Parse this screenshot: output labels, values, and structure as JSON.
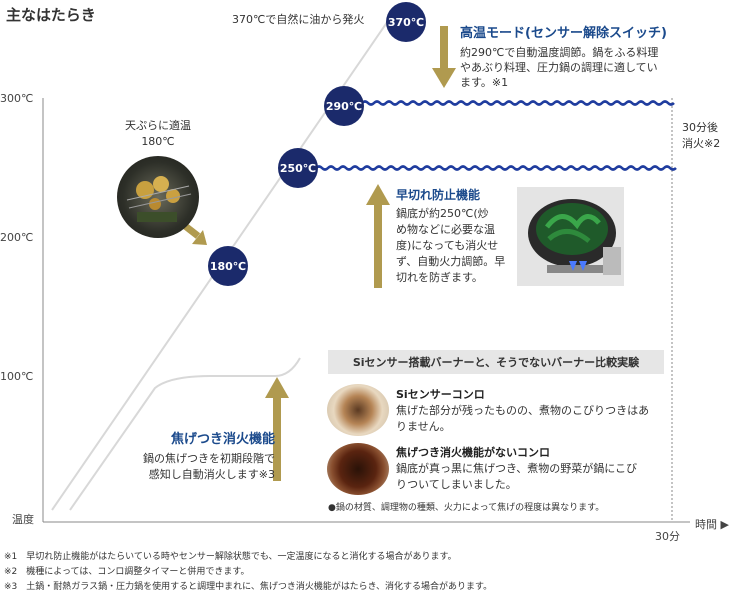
{
  "title": "主なはたらき",
  "axis": {
    "y_ticks": [
      "300℃",
      "200℃",
      "100℃"
    ],
    "y_label": "温度",
    "x_tick": "30分",
    "x_label": "時間 ▶"
  },
  "badges": {
    "b370": "370℃",
    "b290": "290℃",
    "b250": "250℃",
    "b180": "180℃"
  },
  "notes": {
    "fire": "370℃で自然に油から発火",
    "tempura_line1": "天ぷらに適温",
    "tempura_line2": "180℃",
    "after30_line1": "30分後",
    "after30_line2": "消火※2"
  },
  "high_mode": {
    "title": "高温モード(センサー解除スイッチ)",
    "body_1": "約290℃で自動温度調節。鍋をふる料理",
    "body_2": "やあぶり料理、圧力鍋の調理に適してい",
    "body_3": "ます。※1"
  },
  "early_off": {
    "title": "早切れ防止機能",
    "lines": [
      "鍋底が約250℃(炒",
      "め物などに必要な温",
      "度)になっても消火せ",
      "ず、自動火力調節。早",
      "切れを防ぎます。"
    ]
  },
  "scorch": {
    "title": "焦げつき消火機能",
    "line1": "鍋の焦げつきを初期段階で",
    "line2": "感知し自動消火します※3"
  },
  "comparison": {
    "header": "Siセンサー搭載バーナーと、そうでないバーナー比較実験",
    "item1_title": "Siセンサーコンロ",
    "item1_line1": "焦げた部分が残ったものの、煮物のこびりつきはあ",
    "item1_line2": "りません。",
    "item2_title": "焦げつき消火機能がないコンロ",
    "item2_line1": "鍋底が真っ黒に焦げつき、煮物の野菜が鍋にこび",
    "item2_line2": "りついてしまいました。",
    "note": "●鍋の材質、調理物の種類、火力によって焦げの程度は異なります。"
  },
  "footnotes": [
    "※1　早切れ防止機能がはたらいている時やセンサー解除状態でも、一定温度になると消化する場合があります。",
    "※2　機種によっては、コンロ調整タイマーと併用できます。",
    "※3　土鍋・耐熱ガラス鍋・圧力鍋を使用すると調理中まれに、焦げつき消火機能がはたらき、消化する場合があります。"
  ],
  "colors": {
    "navy": "#1b2a6b",
    "wave": "#1f3c9e",
    "arrow": "#b09a4f",
    "blue_heading": "#1b4a8c"
  },
  "icons": [
    "fried-food-photo",
    "wok-flame-photo",
    "pot-with-sensor-photo",
    "burnt-pot-photo",
    "arrow-down-icon",
    "arrow-up-icon",
    "arrow-diagonal-icon",
    "wave-line-icon"
  ]
}
